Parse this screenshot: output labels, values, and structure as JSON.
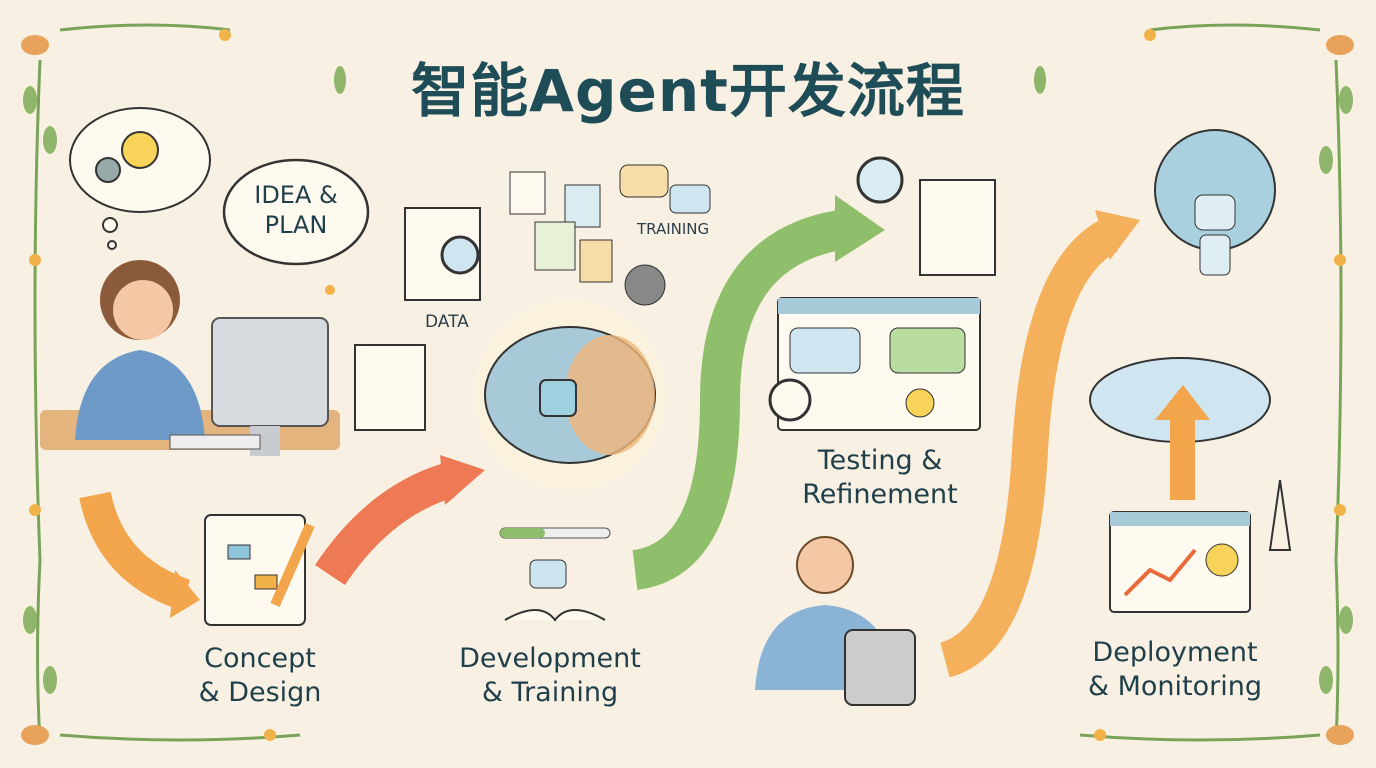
{
  "title": "智能Agent开发流程",
  "idea_bubble": {
    "line1": "IDEA &",
    "line2": "PLAN"
  },
  "data_label": "DATA",
  "training_label": "TRAINING",
  "stages": [
    {
      "line1": "Concept",
      "line2": "& Design"
    },
    {
      "line1": "Development",
      "line2": "& Training"
    },
    {
      "line1": "Testing &",
      "line2": "Refinement"
    },
    {
      "line1": "Deployment",
      "line2": "& Monitoring"
    }
  ],
  "colors": {
    "background": "#f8f1e3",
    "title": "#1f4d57",
    "arrow_orange": "#f2a54a",
    "arrow_red": "#ee7a55",
    "arrow_green": "#8fbf6a",
    "leaf": "#7aa35a"
  }
}
